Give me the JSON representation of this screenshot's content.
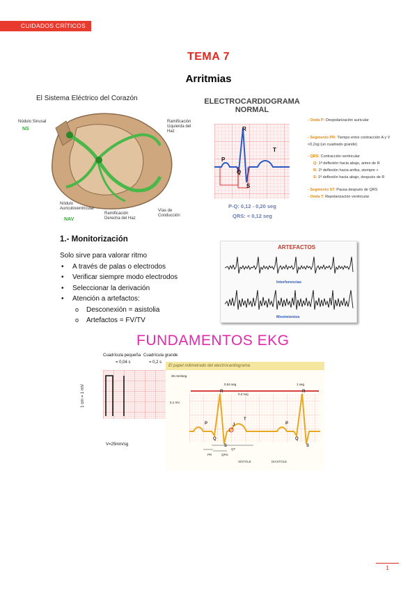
{
  "header": {
    "course": "CUIDADOS CRÍTICOS"
  },
  "tema": "TEMA 7",
  "subtitle": "Arritmias",
  "heart": {
    "title": "El Sistema Eléctrico del Corazón",
    "ns_label": "Nódulo Sinusal",
    "ns": "NS",
    "rli_label": "Ramificación Izquierda del Haz",
    "nav_label": "Nódulo Auriculoventricular",
    "nav": "NAV",
    "rdh_label": "Ramificación Derecha del Haz",
    "vias_label": "Vías de Conducción"
  },
  "ecg_normal": {
    "title": "ELECTROCARDIOGRAMA NORMAL",
    "waves": {
      "p": "P",
      "q": "Q",
      "r": "R",
      "s": "S",
      "t": "T"
    },
    "pq": "P-Q: 0,12 - 0,20 seg",
    "qrs": "QRS: < 0,12 seg",
    "legend": [
      {
        "key": "- Onda P:",
        "text": "Despolarización auricular"
      },
      {
        "key": "- Segmento PR:",
        "text": "Tiempo entre contracción A y V"
      },
      {
        "key": "",
        "text": "<0,2sg (un cuadrado grande)"
      },
      {
        "key": "- QRS:",
        "text": "Contracción ventricular"
      },
      {
        "key": "Q:",
        "text": "1ª deflexión hacia abajo, antes de R"
      },
      {
        "key": "R:",
        "text": "1ª deflexión hacia arriba, siempre +"
      },
      {
        "key": "S:",
        "text": "1ª deflexión hacia abajo, después de R"
      },
      {
        "key": "- Segmento ST:",
        "text": "Pausa después de QRS"
      },
      {
        "key": "- Onda T:",
        "text": "Repolarización ventricular"
      }
    ]
  },
  "section1": {
    "heading": "1.- Monitorización",
    "intro": "Solo sirve para valorar ritmo",
    "bullets": [
      "A través de palas o electrodos",
      "Verificar siempre modo electrodos",
      "Seleccionar la derivación",
      "Atención a artefactos:"
    ],
    "sub": [
      "Desconexión = asistolia",
      "Artefactos = FV/TV"
    ]
  },
  "artefactos": {
    "title": "ARTEFACTOS",
    "caption1": "Interferencias",
    "caption2": "Movimientos"
  },
  "fundamentos": {
    "title": "FUNDAMENTOS EKG",
    "cuad_peq": "Cuadrícula pequeña",
    "cuad_peq_val": "= 0,04 s",
    "cuad_gr": "Cuadrícula grande",
    "cuad_gr_val": "= 0,2 s",
    "ylabel": "1 cm = 1 mV",
    "speed": "V=25mm/sg",
    "banner": "El papel milimetrado del electrocardiograma",
    "mm": "25 mm/seg",
    "t004": "0,04 seg",
    "t02": "0,2 seg",
    "t1": "1 seg",
    "mv": "0,1 mV",
    "waves": {
      "p": "P",
      "q": "Q",
      "r": "R",
      "s": "S",
      "t": "T",
      "j": "J"
    },
    "intervals": {
      "qt": "QT",
      "pr": "PR",
      "qrs": "QRS",
      "sistole": "SÍSTOLE",
      "diastole": "DIÁSTOLE"
    }
  },
  "page_number": "1"
}
